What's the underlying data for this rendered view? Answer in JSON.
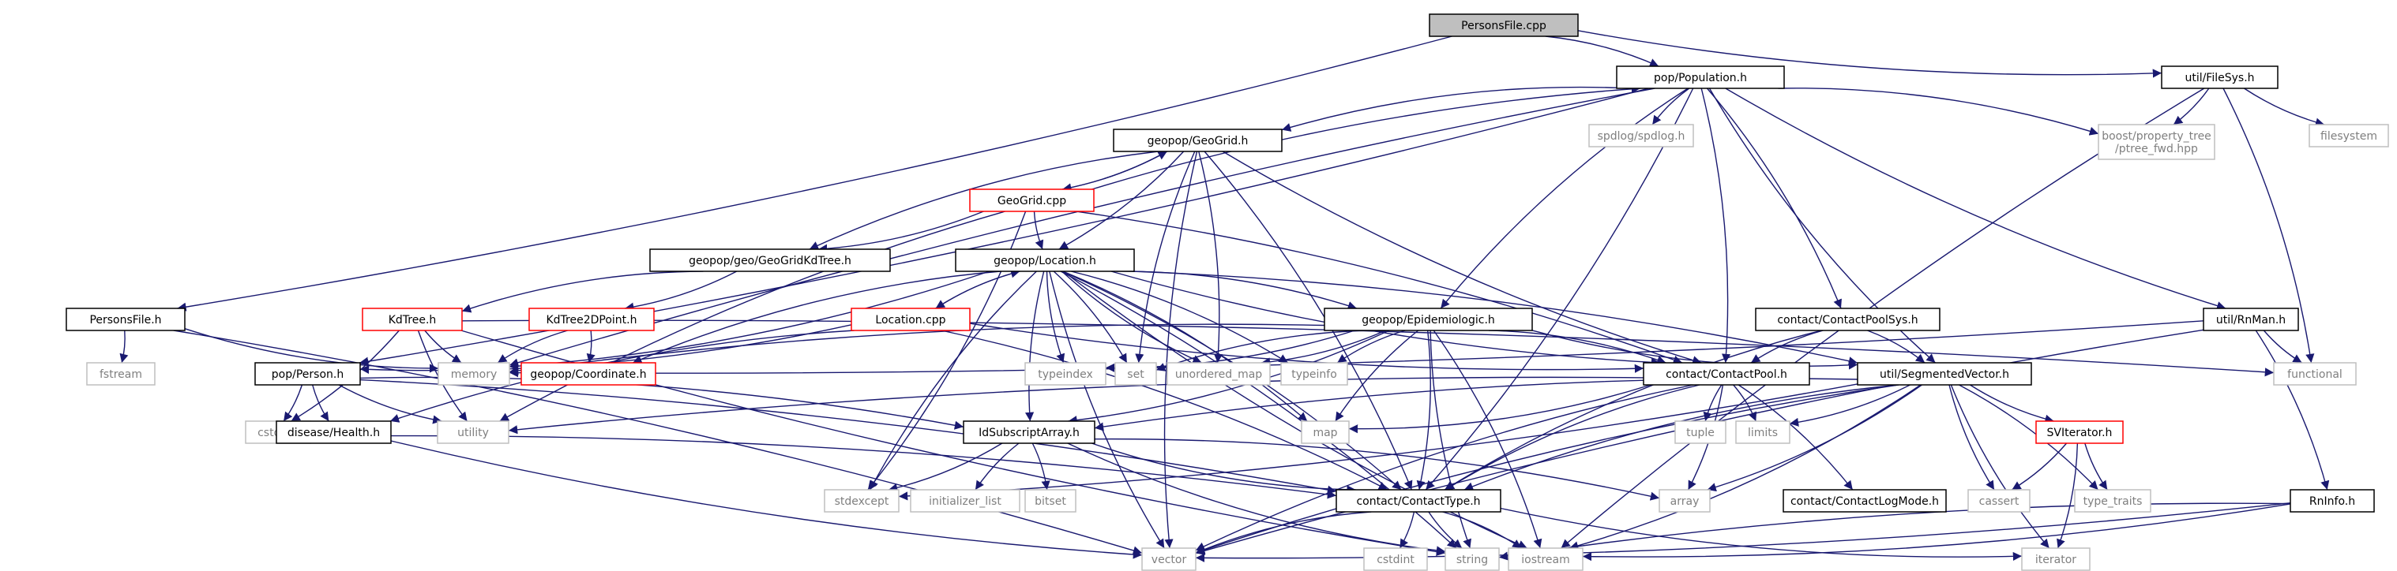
{
  "graph": {
    "root": "n0",
    "colors": {
      "root_fill": "#bfbfbf",
      "box_border": "#000000",
      "red_border": "#ff0000",
      "plain_border": "#bfbfbf",
      "plain_text": "#7f7f7f",
      "text": "#000000",
      "edge": "#191970"
    },
    "nodes": [
      {
        "id": "n0",
        "label": "PersonsFile.cpp",
        "style": "root"
      },
      {
        "id": "n1",
        "label": "pop/Population.h",
        "style": "box"
      },
      {
        "id": "n2",
        "label": "util/FileSys.h",
        "style": "box"
      },
      {
        "id": "n3",
        "label": "geopop/GeoGrid.h",
        "style": "box"
      },
      {
        "id": "n4",
        "label": "GeoGrid.cpp",
        "style": "red"
      },
      {
        "id": "n5",
        "label": "geopop/geo/GeoGridKdTree.h",
        "style": "box"
      },
      {
        "id": "n6",
        "label": "geopop/Location.h",
        "style": "box"
      },
      {
        "id": "n7",
        "label": "PersonsFile.h",
        "style": "box"
      },
      {
        "id": "n8",
        "label": "KdTree.h",
        "style": "red"
      },
      {
        "id": "n9",
        "label": "KdTree2DPoint.h",
        "style": "red"
      },
      {
        "id": "n10",
        "label": "Location.cpp",
        "style": "red"
      },
      {
        "id": "n11",
        "label": "geopop/Epidemiologic.h",
        "style": "box"
      },
      {
        "id": "n12",
        "label": "contact/ContactPoolSys.h",
        "style": "box"
      },
      {
        "id": "n13",
        "label": "util/RnMan.h",
        "style": "box"
      },
      {
        "id": "n14",
        "label": "spdlog/spdlog.h",
        "style": "plain"
      },
      {
        "id": "n15",
        "label": "boost/property_tree\n/ptree_fwd.hpp",
        "style": "plain"
      },
      {
        "id": "n16",
        "label": "filesystem",
        "style": "plain"
      },
      {
        "id": "n17",
        "label": "fstream",
        "style": "plain"
      },
      {
        "id": "n18",
        "label": "memory",
        "style": "plain"
      },
      {
        "id": "n19",
        "label": "geopop/Coordinate.h",
        "style": "red"
      },
      {
        "id": "n20",
        "label": "pop/Person.h",
        "style": "box"
      },
      {
        "id": "n21",
        "label": "typeindex",
        "style": "plain"
      },
      {
        "id": "n22",
        "label": "set",
        "style": "plain"
      },
      {
        "id": "n23",
        "label": "unordered_map",
        "style": "plain"
      },
      {
        "id": "n24",
        "label": "typeinfo",
        "style": "plain"
      },
      {
        "id": "n25",
        "label": "contact/ContactPool.h",
        "style": "box"
      },
      {
        "id": "n26",
        "label": "util/SegmentedVector.h",
        "style": "box"
      },
      {
        "id": "n27",
        "label": "functional",
        "style": "plain"
      },
      {
        "id": "n28",
        "label": "cstddef",
        "style": "plain"
      },
      {
        "id": "n29",
        "label": "disease/Health.h",
        "style": "box"
      },
      {
        "id": "n30",
        "label": "utility",
        "style": "plain"
      },
      {
        "id": "n31",
        "label": "IdSubscriptArray.h",
        "style": "box"
      },
      {
        "id": "n32",
        "label": "map",
        "style": "plain"
      },
      {
        "id": "n33",
        "label": "tuple",
        "style": "plain"
      },
      {
        "id": "n34",
        "label": "limits",
        "style": "plain"
      },
      {
        "id": "n35",
        "label": "SVIterator.h",
        "style": "red"
      },
      {
        "id": "n36",
        "label": "stdexcept",
        "style": "plain"
      },
      {
        "id": "n37",
        "label": "initializer_list",
        "style": "plain"
      },
      {
        "id": "n38",
        "label": "bitset",
        "style": "plain"
      },
      {
        "id": "n39",
        "label": "contact/ContactType.h",
        "style": "box"
      },
      {
        "id": "n40",
        "label": "array",
        "style": "plain"
      },
      {
        "id": "n41",
        "label": "contact/ContactLogMode.h",
        "style": "box"
      },
      {
        "id": "n42",
        "label": "cassert",
        "style": "plain"
      },
      {
        "id": "n43",
        "label": "type_traits",
        "style": "plain"
      },
      {
        "id": "n44",
        "label": "RnInfo.h",
        "style": "box"
      },
      {
        "id": "n45",
        "label": "vector",
        "style": "plain"
      },
      {
        "id": "n46",
        "label": "string",
        "style": "plain"
      },
      {
        "id": "n47",
        "label": "cstdint",
        "style": "plain"
      },
      {
        "id": "n48",
        "label": "iostream",
        "style": "plain"
      },
      {
        "id": "n49",
        "label": "iterator",
        "style": "plain"
      }
    ],
    "edges": [
      [
        "n0",
        "n1"
      ],
      [
        "n0",
        "n2"
      ],
      [
        "n0",
        "n7"
      ],
      [
        "n1",
        "n3"
      ],
      [
        "n1",
        "n20"
      ],
      [
        "n1",
        "n14"
      ],
      [
        "n1",
        "n15"
      ],
      [
        "n1",
        "n11"
      ],
      [
        "n1",
        "n12"
      ],
      [
        "n1",
        "n13"
      ],
      [
        "n1",
        "n25"
      ],
      [
        "n1",
        "n26"
      ],
      [
        "n1",
        "n39"
      ],
      [
        "n1",
        "n18"
      ],
      [
        "n2",
        "n15"
      ],
      [
        "n2",
        "n16"
      ],
      [
        "n2",
        "n27"
      ],
      [
        "n2",
        "n48"
      ],
      [
        "n3",
        "n4"
      ],
      [
        "n3",
        "n5"
      ],
      [
        "n3",
        "n6"
      ],
      [
        "n3",
        "n22"
      ],
      [
        "n3",
        "n23"
      ],
      [
        "n3",
        "n25"
      ],
      [
        "n3",
        "n39"
      ],
      [
        "n3",
        "n45"
      ],
      [
        "n4",
        "n1"
      ],
      [
        "n4",
        "n3"
      ],
      [
        "n4",
        "n5"
      ],
      [
        "n4",
        "n6"
      ],
      [
        "n4",
        "n25"
      ],
      [
        "n4",
        "n30"
      ],
      [
        "n4",
        "n36"
      ],
      [
        "n5",
        "n8"
      ],
      [
        "n5",
        "n9"
      ],
      [
        "n6",
        "n10"
      ],
      [
        "n6",
        "n11"
      ],
      [
        "n6",
        "n19"
      ],
      [
        "n6",
        "n18"
      ],
      [
        "n6",
        "n21"
      ],
      [
        "n6",
        "n22"
      ],
      [
        "n6",
        "n23"
      ],
      [
        "n6",
        "n24"
      ],
      [
        "n6",
        "n25"
      ],
      [
        "n6",
        "n26"
      ],
      [
        "n6",
        "n31"
      ],
      [
        "n6",
        "n32"
      ],
      [
        "n6",
        "n36"
      ],
      [
        "n6",
        "n39"
      ],
      [
        "n6",
        "n45"
      ],
      [
        "n6",
        "n46"
      ],
      [
        "n6",
        "n48"
      ],
      [
        "n7",
        "n17"
      ],
      [
        "n7",
        "n18"
      ],
      [
        "n7",
        "n45"
      ],
      [
        "n8",
        "n18"
      ],
      [
        "n8",
        "n28"
      ],
      [
        "n8",
        "n30"
      ],
      [
        "n8",
        "n27"
      ],
      [
        "n8",
        "n46"
      ],
      [
        "n9",
        "n19"
      ],
      [
        "n9",
        "n18"
      ],
      [
        "n10",
        "n6"
      ],
      [
        "n10",
        "n29"
      ],
      [
        "n10",
        "n20"
      ],
      [
        "n10",
        "n25"
      ],
      [
        "n10",
        "n39"
      ],
      [
        "n11",
        "n18"
      ],
      [
        "n11",
        "n21"
      ],
      [
        "n11",
        "n22"
      ],
      [
        "n11",
        "n23"
      ],
      [
        "n11",
        "n24"
      ],
      [
        "n11",
        "n25"
      ],
      [
        "n11",
        "n26"
      ],
      [
        "n11",
        "n31"
      ],
      [
        "n11",
        "n32"
      ],
      [
        "n11",
        "n39"
      ],
      [
        "n11",
        "n46"
      ],
      [
        "n11",
        "n48"
      ],
      [
        "n12",
        "n25"
      ],
      [
        "n12",
        "n26"
      ],
      [
        "n12",
        "n39"
      ],
      [
        "n13",
        "n18"
      ],
      [
        "n13",
        "n27"
      ],
      [
        "n13",
        "n44"
      ],
      [
        "n13",
        "n45"
      ],
      [
        "n20",
        "n28"
      ],
      [
        "n20",
        "n29"
      ],
      [
        "n20",
        "n31"
      ],
      [
        "n20",
        "n30"
      ],
      [
        "n20",
        "n39"
      ],
      [
        "n25",
        "n30"
      ],
      [
        "n25",
        "n32"
      ],
      [
        "n25",
        "n33"
      ],
      [
        "n25",
        "n34"
      ],
      [
        "n25",
        "n39"
      ],
      [
        "n25",
        "n41"
      ],
      [
        "n25",
        "n45"
      ],
      [
        "n25",
        "n40"
      ],
      [
        "n26",
        "n31"
      ],
      [
        "n26",
        "n34"
      ],
      [
        "n26",
        "n35"
      ],
      [
        "n26",
        "n36"
      ],
      [
        "n26",
        "n39"
      ],
      [
        "n26",
        "n40"
      ],
      [
        "n26",
        "n42"
      ],
      [
        "n26",
        "n43"
      ],
      [
        "n26",
        "n45"
      ],
      [
        "n26",
        "n48"
      ],
      [
        "n26",
        "n49"
      ],
      [
        "n29",
        "n39"
      ],
      [
        "n29",
        "n45"
      ],
      [
        "n31",
        "n36"
      ],
      [
        "n31",
        "n37"
      ],
      [
        "n31",
        "n38"
      ],
      [
        "n31",
        "n39"
      ],
      [
        "n31",
        "n40"
      ],
      [
        "n31",
        "n46"
      ],
      [
        "n35",
        "n42"
      ],
      [
        "n35",
        "n43"
      ],
      [
        "n35",
        "n49"
      ],
      [
        "n39",
        "n45"
      ],
      [
        "n39",
        "n47"
      ],
      [
        "n39",
        "n46"
      ],
      [
        "n39",
        "n48"
      ],
      [
        "n39",
        "n49"
      ],
      [
        "n44",
        "n45"
      ],
      [
        "n44",
        "n46"
      ],
      [
        "n44",
        "n48"
      ]
    ]
  }
}
